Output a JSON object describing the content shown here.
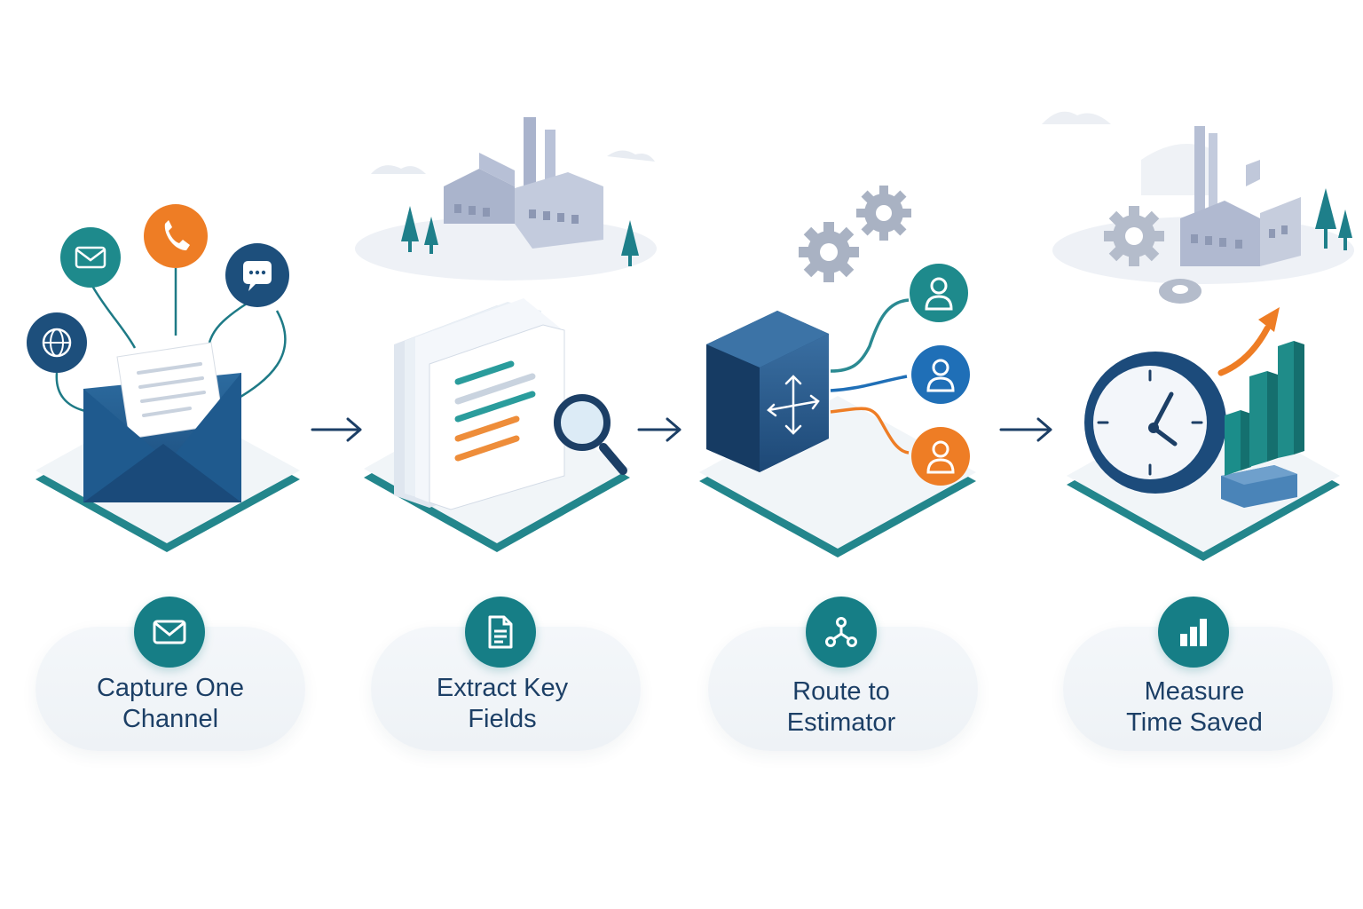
{
  "steps": [
    {
      "label": "Capture One\nChannel",
      "icon": "envelope-icon"
    },
    {
      "label": "Extract Key\nFields",
      "icon": "document-icon"
    },
    {
      "label": "Route to\nEstimator",
      "icon": "routing-nodes-icon"
    },
    {
      "label": "Measure\nTime Saved",
      "icon": "bar-chart-icon"
    }
  ],
  "colors": {
    "teal": "#167e86",
    "navy": "#1c3f66",
    "blue": "#1f6fb7",
    "orange": "#ee7d25"
  }
}
